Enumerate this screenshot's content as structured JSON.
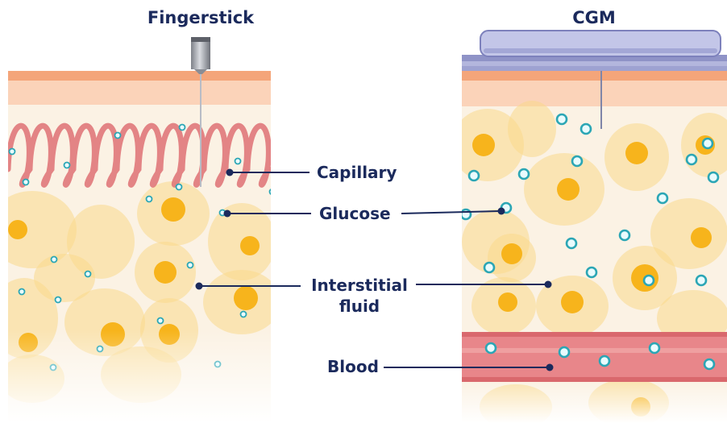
{
  "titles": {
    "left": "Fingerstick",
    "right": "CGM"
  },
  "labels": {
    "capillary": "Capillary",
    "glucose": "Glucose",
    "interstitial_line1": "Interstitial",
    "interstitial_line2": "fluid",
    "blood": "Blood"
  },
  "colors": {
    "skin_top": "#f4a57a",
    "skin_layer": "#fbd3b9",
    "tissue_bg": "#fbf2e4",
    "cell_fill": "#f9d98a",
    "cell_nucleus": "#f7b41c",
    "capillary": "#e0787a",
    "blood_vessel": "#e8868a",
    "glucose_ring": "#2ba6b5",
    "label_text": "#1b2a5c",
    "sensor_body": "#b3b6dd"
  },
  "icons": {
    "needle": "fingerstick-needle-icon",
    "sensor": "cgm-sensor-icon"
  }
}
